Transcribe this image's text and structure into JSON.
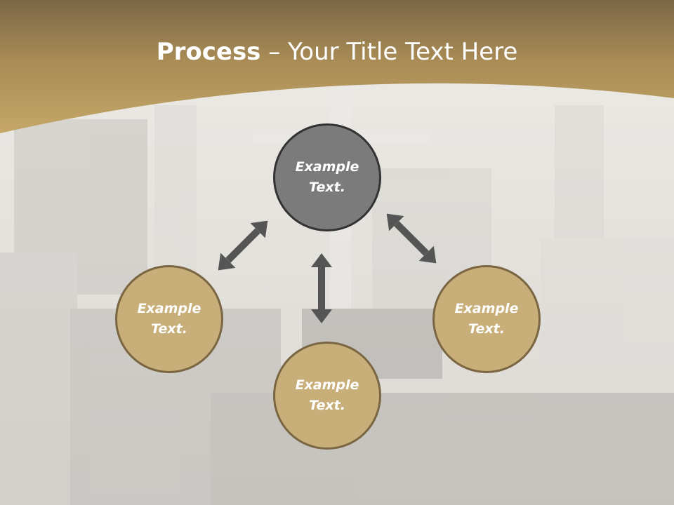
{
  "slide": {
    "title_strong": "Process",
    "title_rest": " – Your Title Text Here"
  },
  "nodes": {
    "top": "Example Text.",
    "left": "Example Text.",
    "bottom": "Example Text.",
    "right": "Example Text."
  },
  "colors": {
    "header_gold": "#b79a5e",
    "header_dark": "#7a6645",
    "circle_gold": "#c8ae78",
    "circle_gray": "#7b7b7b",
    "arrow": "#555555"
  }
}
